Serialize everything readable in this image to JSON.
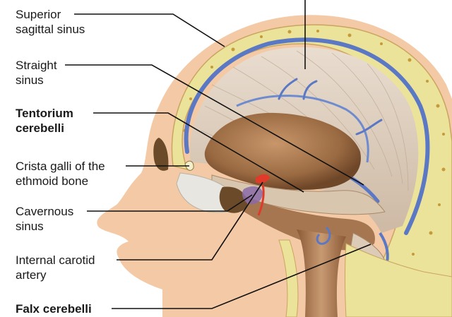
{
  "labels": {
    "superior_sagittal_sinus": {
      "line1": "Superior",
      "line2": "sagittal sinus"
    },
    "straight_sinus": {
      "line1": "Straight",
      "line2": "sinus"
    },
    "tentorium_cerebelli": {
      "line1": "Tentorium",
      "line2": "cerebelli"
    },
    "crista_galli": {
      "line1": "Crista galli of the",
      "line2": "ethmoid bone"
    },
    "cavernous_sinus": {
      "line1": "Cavernous",
      "line2": "sinus"
    },
    "internal_carotid": {
      "line1": "Internal carotid",
      "line2": "artery"
    },
    "falx_cerebelli": {
      "line1": "Falx cerebelli"
    }
  },
  "colors": {
    "skin": "#f3c9a6",
    "bone": "#ece39a",
    "dura": "#d8c9b8",
    "sinus_blue": "#5b78c4",
    "brain_cavity": "#a9784f",
    "artery_red": "#e03a2a",
    "leader_line": "#111111"
  }
}
